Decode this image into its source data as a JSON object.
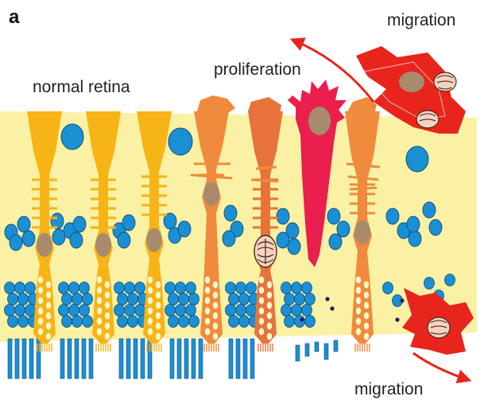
{
  "figure": {
    "panel_letter": "a",
    "labels": {
      "normal_retina": "normal retina",
      "proliferation": "proliferation",
      "migration_top": "migration",
      "migration_bottom": "migration"
    }
  },
  "colors": {
    "retina_background": "#fbf1a4",
    "normal_glia": "#f7b416",
    "reactive_glia": "#f08a3c",
    "reactive_glia_dark": "#e8733a",
    "proliferating_glia": "#ea1f4e",
    "migrating_cell": "#e8251c",
    "nucleus_brown": "#a88a6c",
    "neuron_blue": "#1b8fd4",
    "debris_dark": "#1c1f5a",
    "arrow_red": "#e8251c"
  },
  "icons": {
    "arrow_top": "curved-arrow-up-left",
    "arrow_bottom": "curved-arrow-down-right"
  }
}
